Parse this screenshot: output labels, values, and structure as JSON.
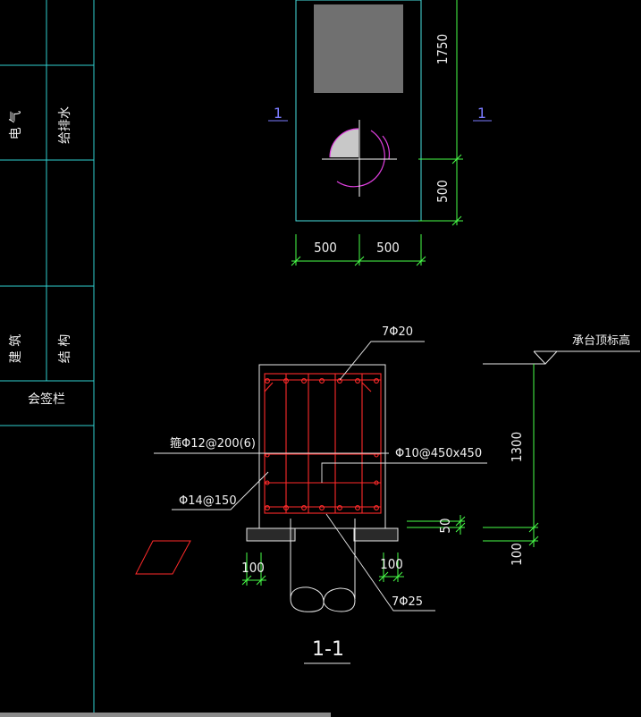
{
  "title_block": {
    "cells": [
      "电 气",
      "给排水",
      "建 筑",
      "结 构",
      "会签栏"
    ]
  },
  "plan": {
    "dims": {
      "height_top": "1750",
      "height_bottom": "500",
      "width_left": "500",
      "width_right": "500"
    },
    "section_marks": {
      "left": "1",
      "right": "1"
    }
  },
  "section": {
    "title": "1-1",
    "labels": {
      "top_bars": "7Φ20",
      "stirrup_main": "箍Φ12@200(6)",
      "stirrup_tie": "Φ10@450x450",
      "side_bars": "Φ14@150",
      "bottom_bars": "7Φ25",
      "elevation": "承台顶标高"
    },
    "dims": {
      "height": "1300",
      "cushion": "100",
      "pile_embed": "50",
      "edge_left": "100",
      "edge_right": "100"
    }
  },
  "colors": {
    "outline": "#e8e8e8",
    "concrete_fill": "#707070",
    "rebar": "#ff2a2a",
    "dimension": "#49ff49",
    "cyan": "#48e0e0",
    "magenta": "#e040e0",
    "cut_mark": "#7b7bff",
    "frame": "#2fd0d0"
  }
}
